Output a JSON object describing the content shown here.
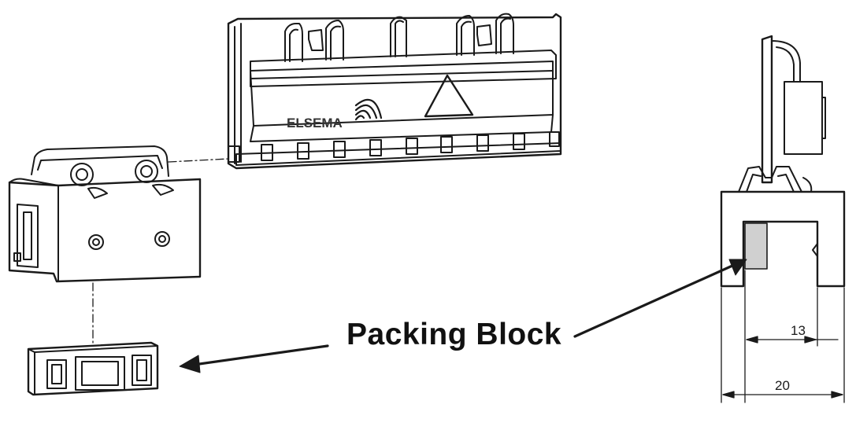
{
  "callout": {
    "label": "Packing Block"
  },
  "logo": {
    "text": "ELSEMA"
  },
  "dimensions": {
    "inner_width": "13",
    "outer_width": "20"
  },
  "colors": {
    "line": "#1a1a1a",
    "packing_fill": "#d0d0d0",
    "background": "#ffffff"
  }
}
